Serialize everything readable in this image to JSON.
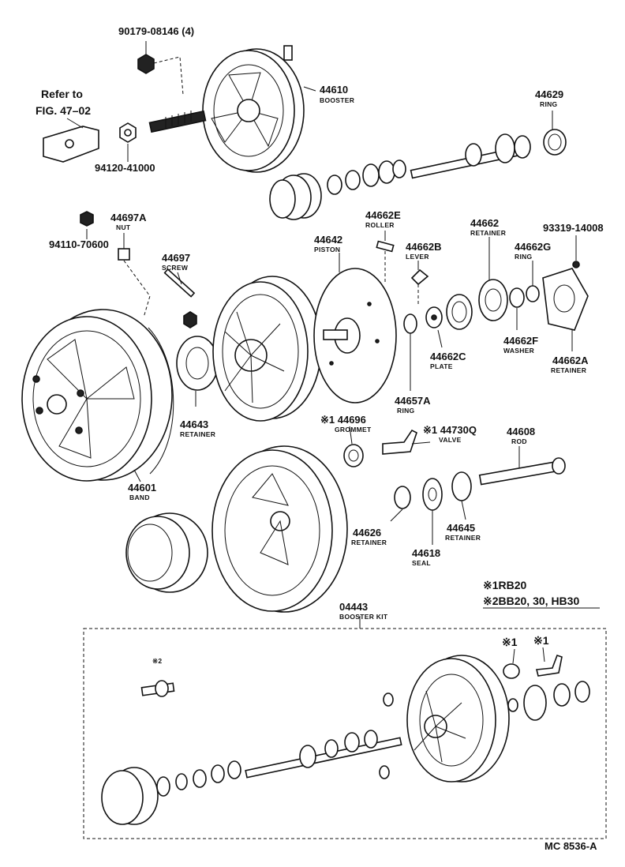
{
  "refer": {
    "line1": "Refer to",
    "line2": "FIG. 47–02"
  },
  "labels": [
    {
      "id": "l1",
      "number": "90179-08146 (4)",
      "name": ""
    },
    {
      "id": "l2",
      "number": "44610",
      "name": "BOOSTER"
    },
    {
      "id": "l3",
      "number": "94120-41000",
      "name": ""
    },
    {
      "id": "l4",
      "number": "44629",
      "name": "RING"
    },
    {
      "id": "l5",
      "number": "94110-70600",
      "name": ""
    },
    {
      "id": "l6",
      "number": "44697A",
      "name": "NUT"
    },
    {
      "id": "l7",
      "number": "44697",
      "name": "SCREW"
    },
    {
      "id": "l8",
      "number": "44662E",
      "name": "ROLLER"
    },
    {
      "id": "l9",
      "number": "44642",
      "name": "PISTON"
    },
    {
      "id": "l10",
      "number": "44662B",
      "name": "LEVER"
    },
    {
      "id": "l11",
      "number": "44662",
      "name": "RETAINER"
    },
    {
      "id": "l12",
      "number": "93319-14008",
      "name": ""
    },
    {
      "id": "l13",
      "number": "44662G",
      "name": "RING"
    },
    {
      "id": "l14",
      "number": "44662C",
      "name": "PLATE"
    },
    {
      "id": "l15",
      "number": "44662F",
      "name": "WASHER"
    },
    {
      "id": "l16",
      "number": "44662A",
      "name": "RETAINER"
    },
    {
      "id": "l17",
      "number": "44643",
      "name": "RETAINER"
    },
    {
      "id": "l18",
      "number": "44657A",
      "name": "RING"
    },
    {
      "id": "l19",
      "number": "44601",
      "name": "BAND"
    },
    {
      "id": "l20",
      "number": "※1 44696",
      "name": "GROMMET"
    },
    {
      "id": "l21",
      "number": "※1 44730Q",
      "name": "VALVE"
    },
    {
      "id": "l22",
      "number": "44608",
      "name": "ROD"
    },
    {
      "id": "l23",
      "number": "44626",
      "name": "RETAINER"
    },
    {
      "id": "l24",
      "number": "44618",
      "name": "SEAL"
    },
    {
      "id": "l25",
      "number": "44645",
      "name": "RETAINER"
    },
    {
      "id": "l26",
      "number": "04443",
      "name": "BOOSTER KIT"
    }
  ],
  "notes": {
    "n1": "※1RB20",
    "n2": "※2BB20, 30, HB30"
  },
  "kit_marks": {
    "m1": "※2",
    "m2": "※1",
    "m3": "※1"
  },
  "figure_code": "MC 8536-A"
}
